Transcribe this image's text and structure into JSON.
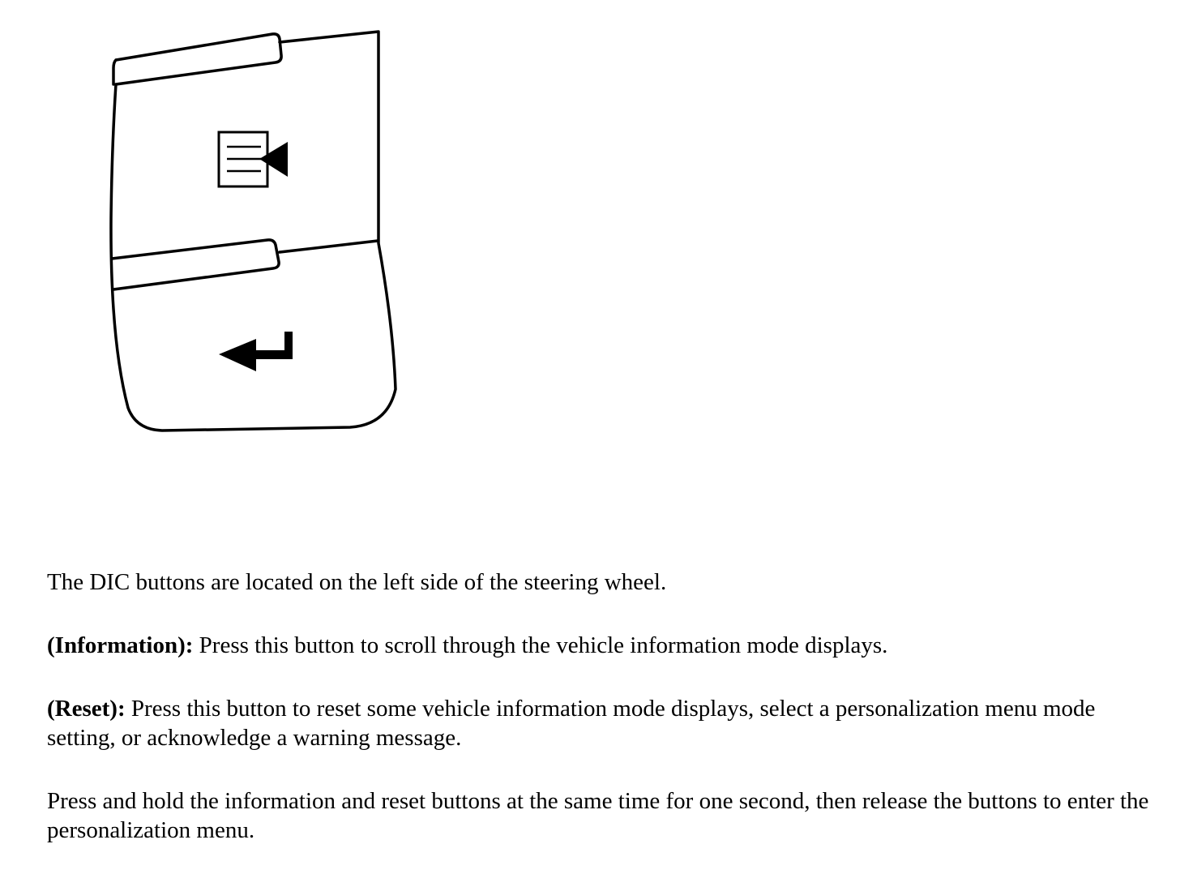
{
  "figure": {
    "upper_button": {
      "icon": "information-list-icon"
    },
    "lower_button": {
      "icon": "enter-arrow-icon"
    }
  },
  "paragraphs": {
    "intro": "The DIC buttons are located on the left side of the steering wheel.",
    "information": {
      "term": "(Information):",
      "text": " Press this button to scroll through the vehicle information mode displays."
    },
    "reset": {
      "term": "(Reset):",
      "text": " Press this button to reset some vehicle information mode displays, select a personalization menu mode setting, or acknowledge a warning message."
    },
    "hold": "Press and hold the information and reset buttons at the same time for one second, then release the buttons to enter the personalization menu."
  },
  "colors": {
    "ink": "#000000",
    "background": "#ffffff"
  }
}
